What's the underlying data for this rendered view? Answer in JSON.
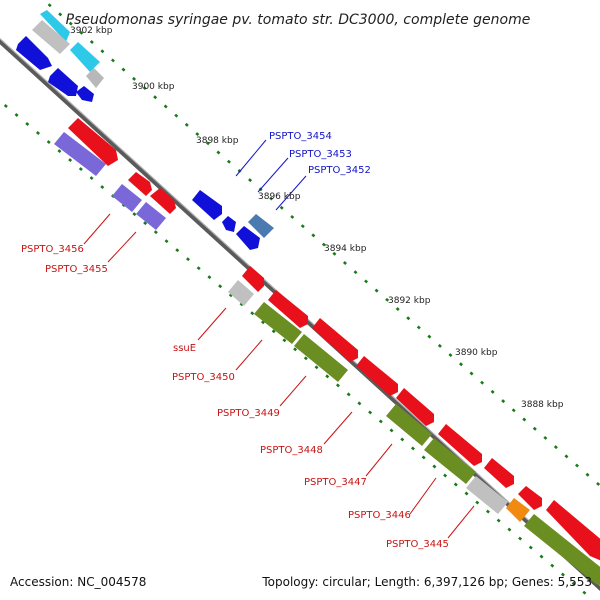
{
  "title": "Pseudomonas syringae pv. tomato str. DC3000, complete genome",
  "footer": {
    "accession": "Accession: NC_004578",
    "topology": "Topology: circular; Length: 6,397,126 bp; Genes: 5,553"
  },
  "scale": {
    "labels": [
      "3902 kbp",
      "3900 kbp",
      "3898 kbp",
      "3896 kbp",
      "3894 kbp",
      "3892 kbp",
      "3890 kbp",
      "3888 kbp"
    ]
  },
  "genes": {
    "upper": [
      "PSPTO_3454",
      "PSPTO_3453",
      "PSPTO_3452"
    ],
    "lower": [
      "PSPTO_3456",
      "PSPTO_3455",
      "ssuE",
      "PSPTO_3450",
      "PSPTO_3449",
      "PSPTO_3448",
      "PSPTO_3447",
      "PSPTO_3446",
      "PSPTO_3445"
    ]
  },
  "colors": {
    "upper_label": "#1414c8",
    "lower_label": "#c81414",
    "backbone": "#7a7a7a",
    "tick": "#1a7a1a",
    "red_gene": "#e8101a",
    "green_gene": "#6b8e23",
    "blue_gene": "#1010d8",
    "purple_gene": "#7b68d8",
    "cyan_gene": "#2ec8e8",
    "steel_gene": "#4a7ab0",
    "grey_gene": "#b8b8b8",
    "orange_gene": "#f08a10"
  }
}
